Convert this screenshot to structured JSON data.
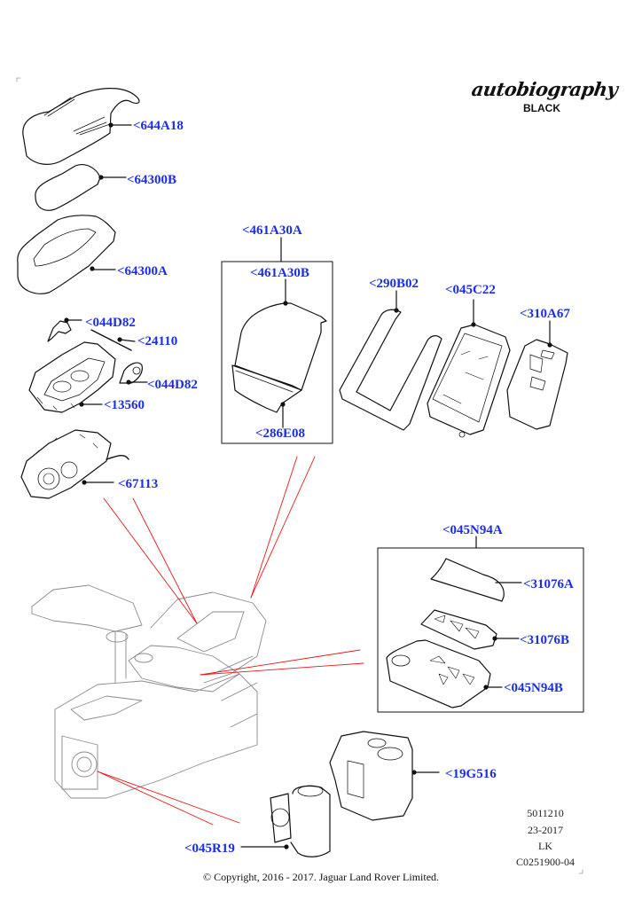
{
  "header": {
    "brand": "autobiography",
    "brand_variant": "BLACK"
  },
  "parts": {
    "p644A18": "<644A18",
    "p64300B": "<64300B",
    "p64300A": "<64300A",
    "p044D82_top": "<044D82",
    "p24110": "<24110",
    "p044D82_side": "<044D82",
    "p13560": "<13560",
    "p67113": "<67113",
    "p461A30A": "<461A30A",
    "p461A30B": "<461A30B",
    "p286E08": "<286E08",
    "p290B02": "<290B02",
    "p045C22": "<045C22",
    "p310A67": "<310A67",
    "p045N94A": "<045N94A",
    "p31076A": "<31076A",
    "p31076B": "<31076B",
    "p045N94B": "<045N94B",
    "p19G516": "<19G516",
    "p045R19": "<045R19"
  },
  "reference": {
    "code": "5011210",
    "date": "23-2017",
    "initials": "LK",
    "illustration_id": "C0251900-04"
  },
  "footer": {
    "copyright": "© Copyright, 2016 - 2017. Jaguar Land Rover Limited."
  },
  "colors": {
    "label": "#1a2ee6",
    "leader_red": "#e81818",
    "outline": "#111111"
  }
}
